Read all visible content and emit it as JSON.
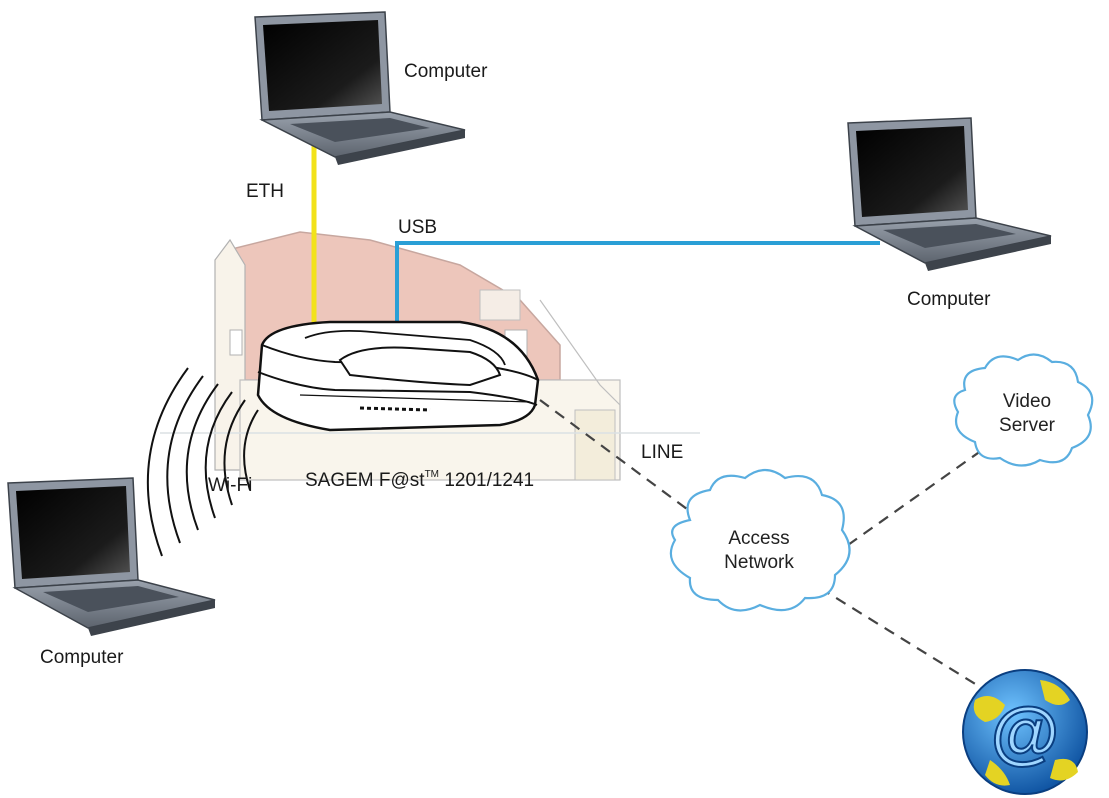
{
  "computers": {
    "top": "Computer",
    "right": "Computer",
    "left": "Computer"
  },
  "connections": {
    "eth": "ETH",
    "usb": "USB",
    "wifi": "Wi-Fi",
    "line": "LINE"
  },
  "router": {
    "brand": "SAGEM F@st",
    "tm": "TM",
    "model": "1201/1241"
  },
  "clouds": {
    "access_line1": "Access",
    "access_line2": "Network",
    "video_line1": "Video",
    "video_line2": "Server"
  },
  "colors": {
    "eth_cable": "#f2e21a",
    "usb_cable": "#2a9fd6",
    "line_dash": "#444444",
    "cloud_stroke": "#5aaee0",
    "globe": "#1f77c9"
  },
  "icons": [
    "laptop-icon",
    "router-icon",
    "house-icon",
    "cloud-icon",
    "globe-at-icon",
    "wifi-waves-icon"
  ]
}
